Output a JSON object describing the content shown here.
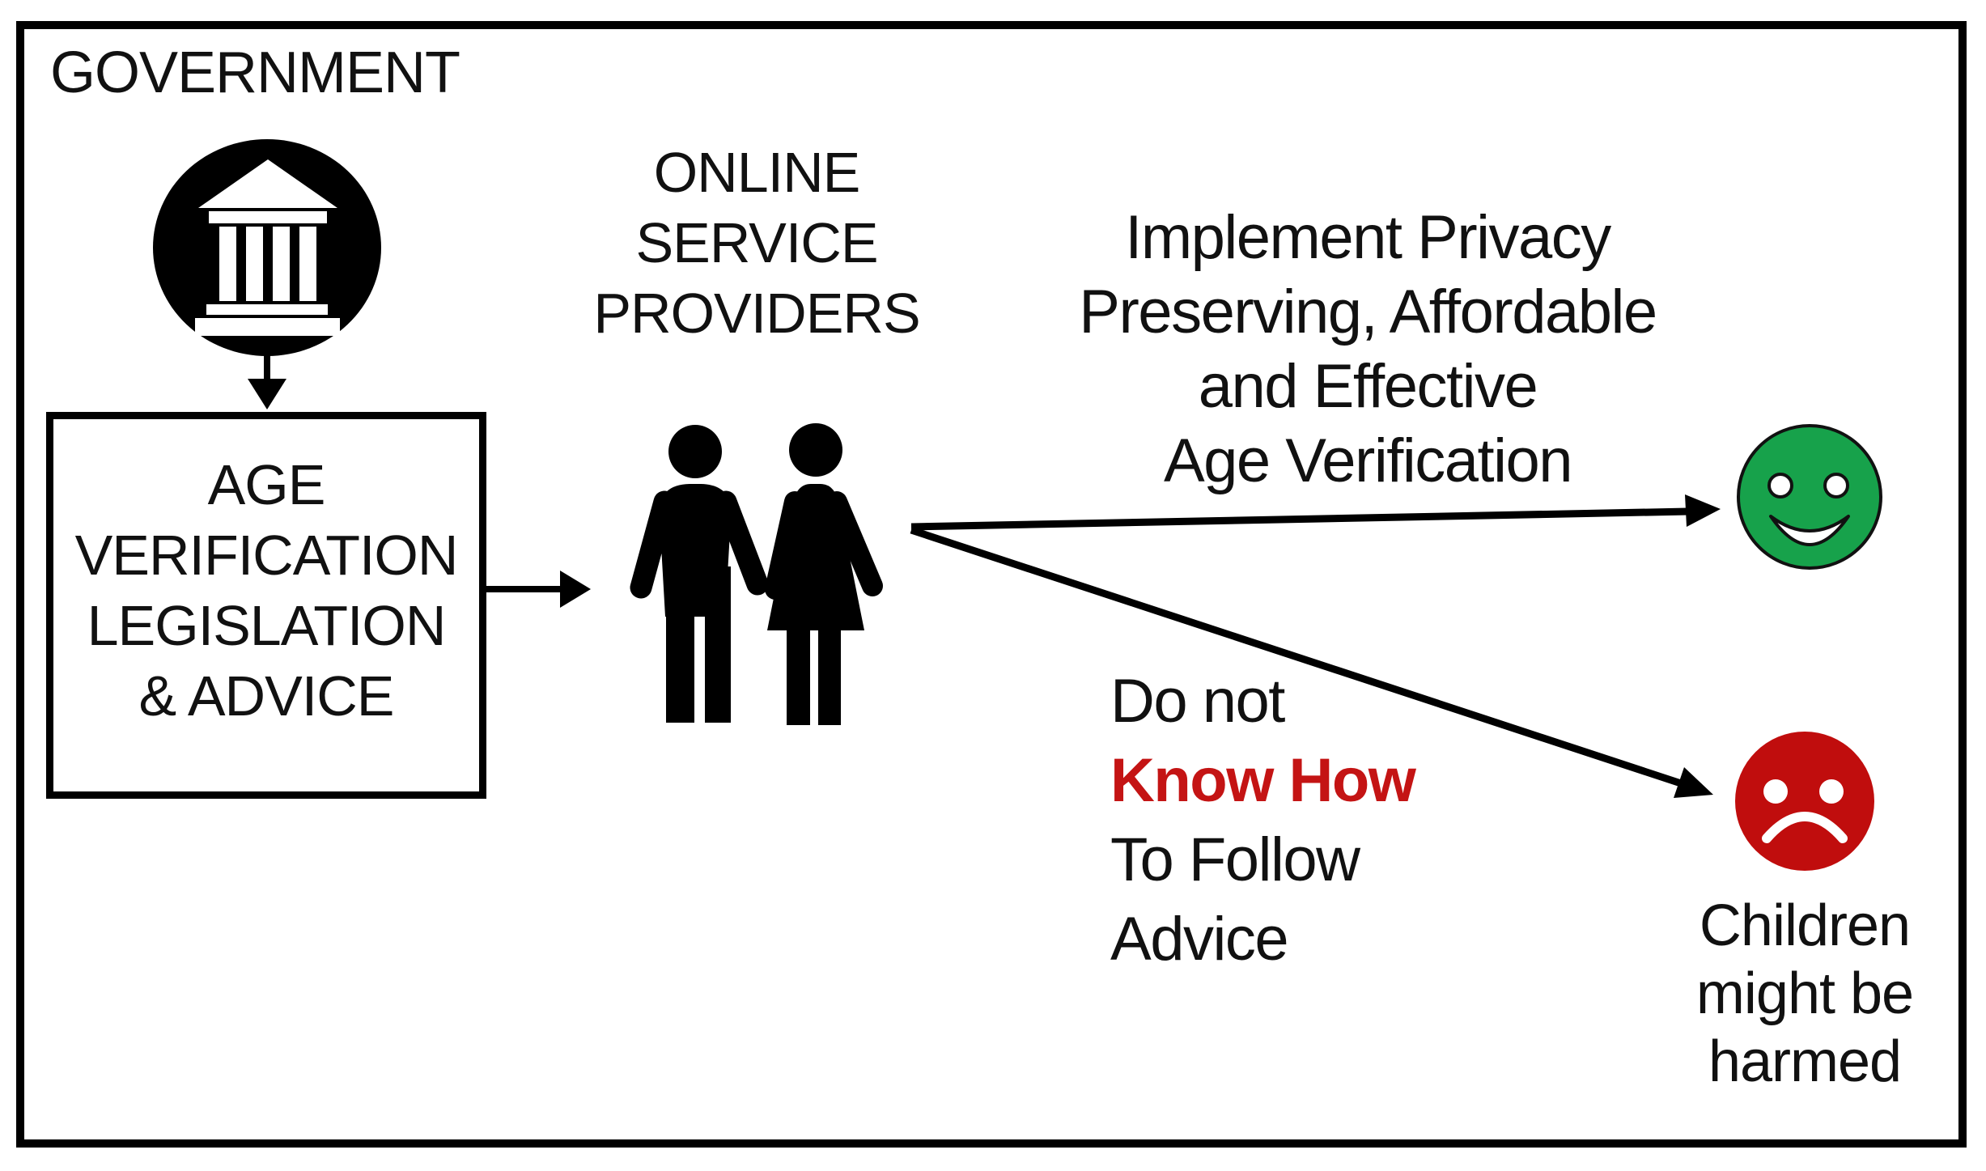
{
  "slide": {
    "government_label": "GOVERNMENT",
    "legislation_box": [
      "AGE",
      "VERIFICATION",
      "LEGISLATION",
      "& ADVICE"
    ],
    "providers_label": [
      "ONLINE",
      "SERVICE",
      "PROVIDERS"
    ],
    "good_path_label": [
      "Implement Privacy",
      "Preserving, Affordable",
      "and Effective",
      "Age Verification"
    ],
    "bad_path_label": [
      "Do not",
      "Know How",
      "To Follow",
      "Advice"
    ],
    "harm_label": [
      "Children",
      "might be",
      "harmed"
    ],
    "icons": {
      "government": "government-building-icon",
      "providers": "couple-icon",
      "good_outcome": "happy-face-icon",
      "bad_outcome": "sad-face-icon"
    },
    "colors": {
      "happy_face": "#17a24b",
      "sad_face": "#c00d0d",
      "highlight_text": "#c41414",
      "ink": "#111111"
    }
  }
}
